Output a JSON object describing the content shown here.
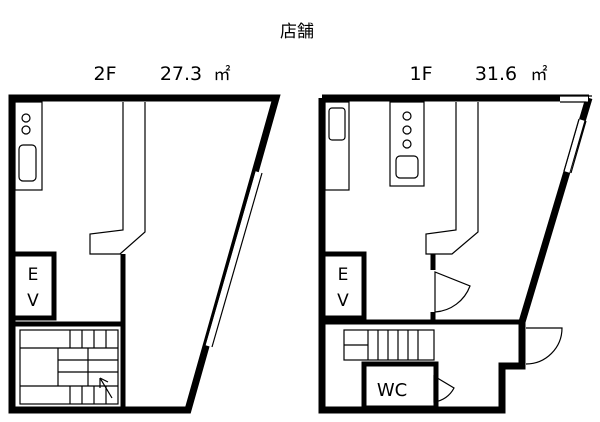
{
  "title": "店舗",
  "floors": [
    {
      "floor": "2F",
      "area": "27.3",
      "unit": "㎡",
      "elevator_top": "E",
      "elevator_bottom": "V"
    },
    {
      "floor": "1F",
      "area": "31.6",
      "unit": "㎡",
      "elevator_top": "E",
      "elevator_bottom": "V",
      "wc": "WC"
    }
  ],
  "colors": {
    "line": "#000000",
    "background": "#ffffff"
  }
}
